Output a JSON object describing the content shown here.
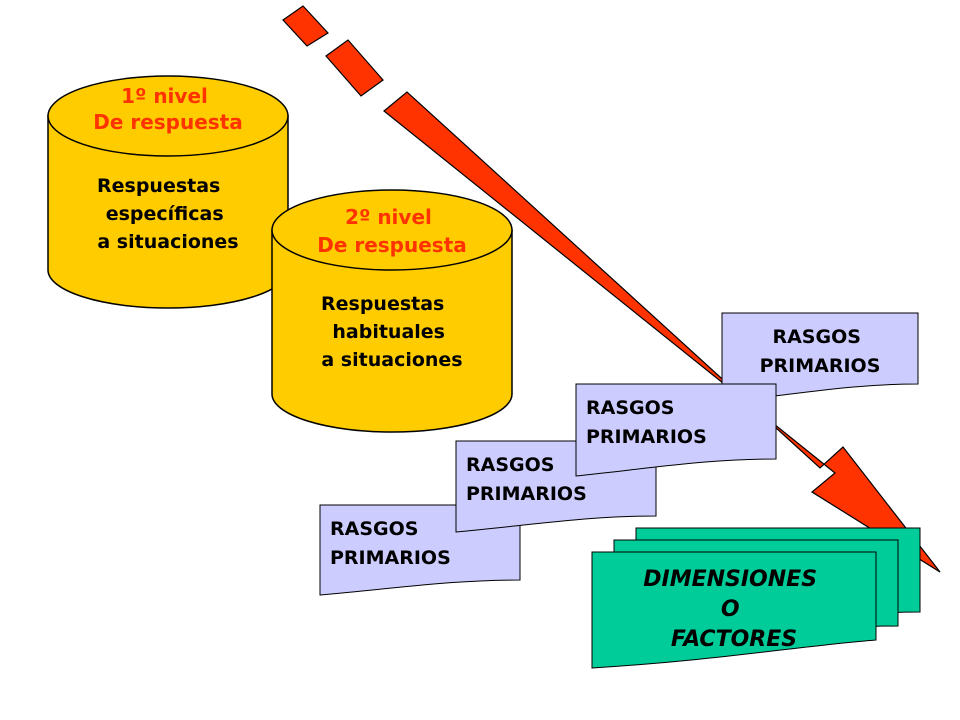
{
  "colors": {
    "cylinder_fill": "#ffcc00",
    "arrow_fill": "#ff3300",
    "document_fill": "#ccccff",
    "factors_fill": "#00cc99",
    "level_text": "#ff3300"
  },
  "cylinders": [
    {
      "top_lines": [
        "1º nivel",
        "De respuesta"
      ],
      "body_lines": [
        "Respuestas",
        "específicas",
        "a situaciones"
      ]
    },
    {
      "top_lines": [
        "2º nivel",
        "De respuesta"
      ],
      "body_lines": [
        "Respuestas",
        "habituales",
        "a situaciones"
      ]
    }
  ],
  "traits": [
    {
      "lines": [
        "RASGOS",
        "PRIMARIOS"
      ]
    },
    {
      "lines": [
        "RASGOS",
        "PRIMARIOS"
      ]
    },
    {
      "lines": [
        "RASGOS",
        "PRIMARIOS"
      ]
    },
    {
      "lines": [
        "RASGOS",
        "PRIMARIOS"
      ]
    }
  ],
  "factors": {
    "lines": [
      "DIMENSIONES",
      "O",
      "FACTORES"
    ]
  }
}
